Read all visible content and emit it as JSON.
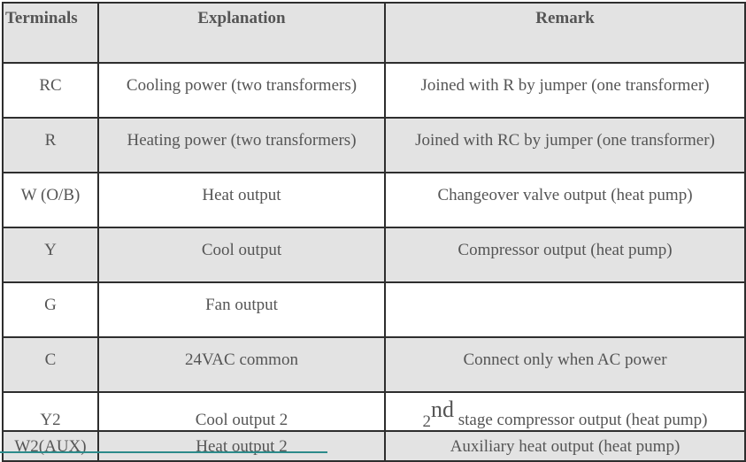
{
  "table": {
    "headers": [
      "Terminals",
      "Explanation",
      "Remark"
    ],
    "rows": [
      {
        "terminal": "RC",
        "explanation": "Cooling power (two transformers)",
        "remark": "Joined with R by jumper (one transformer)"
      },
      {
        "terminal": "R",
        "explanation": "Heating power (two transformers)",
        "remark": "Joined with RC by jumper (one transformer)"
      },
      {
        "terminal": "W (O/B)",
        "explanation": "Heat output",
        "remark": "Changeover valve output (heat pump)"
      },
      {
        "terminal": "Y",
        "explanation": "Cool output",
        "remark": "Compressor output (heat pump)"
      },
      {
        "terminal": "G",
        "explanation": "Fan output",
        "remark": ""
      },
      {
        "terminal": "C",
        "explanation": "24VAC common",
        "remark": "Connect only when AC power"
      },
      {
        "terminal": "Y2",
        "explanation": "Cool output 2",
        "remark_prefix": "2",
        "remark_sup": "nd",
        "remark": " stage compressor output (heat pump)"
      },
      {
        "terminal": "W2(AUX)",
        "explanation": "Heat output 2",
        "remark": "Auxiliary heat output (heat pump)"
      }
    ]
  }
}
